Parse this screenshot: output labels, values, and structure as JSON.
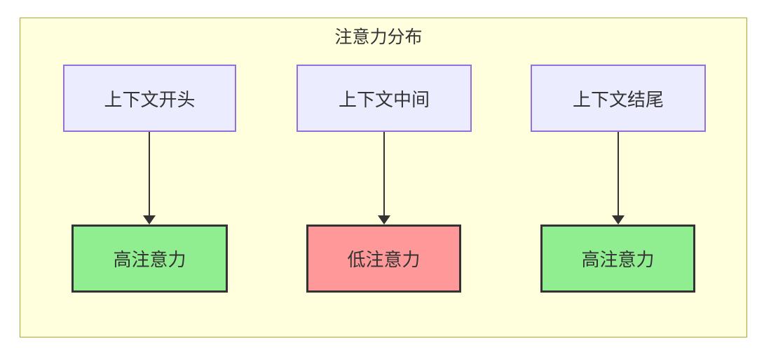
{
  "diagram": {
    "title": "注意力分布",
    "nodes": {
      "top": [
        {
          "label": "上下文开头"
        },
        {
          "label": "上下文中间"
        },
        {
          "label": "上下文结尾"
        }
      ],
      "bottom": [
        {
          "label": "高注意力",
          "level": "high"
        },
        {
          "label": "低注意力",
          "level": "low"
        },
        {
          "label": "高注意力",
          "level": "high"
        }
      ]
    },
    "edges": [
      {
        "from": "上下文开头",
        "to": "高注意力"
      },
      {
        "from": "上下文中间",
        "to": "低注意力"
      },
      {
        "from": "上下文结尾",
        "to": "高注意力"
      }
    ],
    "colors": {
      "cluster_fill": "#ffffde",
      "cluster_border": "#aaaa33",
      "context_fill": "#ececff",
      "context_border": "#9370db",
      "high_attention_fill": "#90ee90",
      "low_attention_fill": "#ff9999",
      "result_border": "#333333",
      "arrow": "#333333",
      "text": "#333333"
    }
  }
}
